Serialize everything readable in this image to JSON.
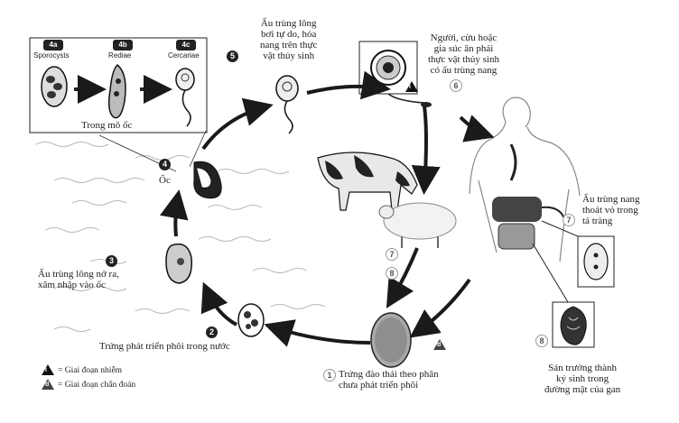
{
  "inset": {
    "stages": [
      {
        "tag": "4a",
        "name": "Sporocysts"
      },
      {
        "tag": "4b",
        "name": "Rediae"
      },
      {
        "tag": "4c",
        "name": "Cercariae"
      }
    ],
    "caption": "Trong mô ốc"
  },
  "steps": {
    "s1": {
      "num": "1",
      "text": "Trứng đào thải theo phân\nchưa phát triển phôi"
    },
    "s2": {
      "num": "2",
      "text": "Trứng phát triển phôi trong nước"
    },
    "s3": {
      "num": "3",
      "text": "Ấu trùng lông nở ra,\nxâm nhập vào ốc"
    },
    "s4": {
      "num": "4",
      "text": "Ốc"
    },
    "s5": {
      "num": "5",
      "text": "Ấu trùng lông\nbơi tự do, hóa\nnang trên thực\nvật thủy sinh"
    },
    "s6": {
      "num": "6",
      "text": "Người, cừu hoặc\ngia súc ăn phải\nthực vật thủy sinh\ncó ấu trùng nang"
    },
    "s7": {
      "num": "7",
      "text": "Ấu trùng nang\nthoát vỏ trong\ntá tràng"
    },
    "s8": {
      "num": "8",
      "text": "Sán trưởng thành\nký sinh trong\nđường mật của gan"
    }
  },
  "side_markers": {
    "m7": "7",
    "m8": "8"
  },
  "legend": {
    "infective": {
      "symbol": "i",
      "label": "= Giai đoạn nhiễm"
    },
    "diagnostic": {
      "symbol": "d",
      "label": "= Giai đoạn chẩn đoán"
    }
  },
  "colors": {
    "ink": "#222222",
    "arrow": "#1a1a1a",
    "water": "#b8b8b8"
  }
}
